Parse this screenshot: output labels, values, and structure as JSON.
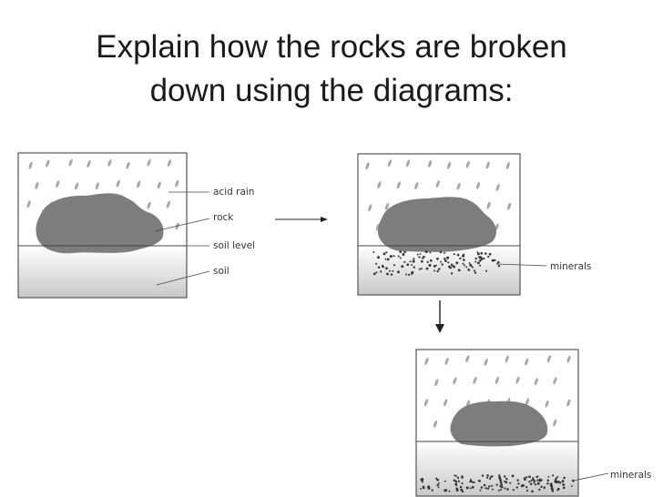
{
  "title": {
    "line1": "Explain how the rocks are broken",
    "line2": "down using the diagrams:"
  },
  "labels": {
    "acid_rain": "acid rain",
    "rock": "rock",
    "soil_level": "soil level",
    "soil": "soil",
    "minerals_1": "minerals",
    "minerals_2": "minerals"
  },
  "colors": {
    "rock": "#7d7d7d",
    "soil_top": "#ffffff",
    "soil_bottom": "#c9c9c9",
    "rain": "#9a9a9a",
    "border": "#555555"
  }
}
